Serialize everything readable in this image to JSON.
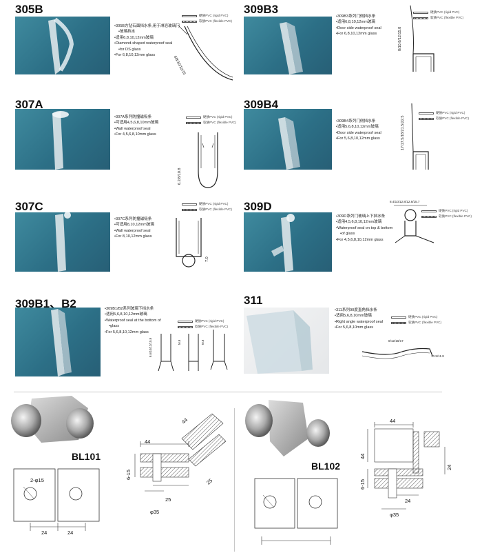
{
  "profiles": [
    {
      "code": "305B",
      "bullets": [
        "305B方钻石面挡水条,用于淋浴玻璃门",
        "玻璃挡水",
        "适用6,8,10,12mm玻璃",
        "Diamond-shaped waterproof seal",
        "for DS glass",
        "For 6,8,10,12mm glass"
      ],
      "dims": [
        "6/8/10/12/15"
      ]
    },
    {
      "code": "309B3",
      "bullets": [
        "309B3系列门侧挡水条",
        "适用6,8,10,12mm玻璃",
        "Door side waterproof seal",
        "For 6,8,10,12mm glass"
      ],
      "dims": [
        "8/10.8/12/15.8"
      ]
    },
    {
      "code": "307A",
      "bullets": [
        "307A系列防撞磁吸条",
        "可适用4,5,6,8,10mm玻璃",
        "Wall waterproof seal",
        "For 4,5,6,8,10mm glass"
      ],
      "dims": [
        "6.2/8/10.8"
      ]
    },
    {
      "code": "309B4",
      "bullets": [
        "309B4系列门侧挡水条",
        "适用5,6,8,10,12mm玻璃",
        "Door side waterproof seal",
        "For 5,6,8,10,12mm glass"
      ],
      "dims": [
        "17/17.5/18/21.5/22.5"
      ]
    },
    {
      "code": "307C",
      "bullets": [
        "307C系列防撞磁吸条",
        "可适用8,10,12mm玻璃",
        "Wall waterproof seal",
        "For 8,10,12mm glass"
      ],
      "dims": [
        "7.0"
      ]
    },
    {
      "code": "309D",
      "bullets": [
        "309D系列门玻璃上下挡水条",
        "适用4,5,6,8,10,12mm玻璃",
        "Waterproof seal on top & bottom",
        "of glass",
        "For 4,5,6,8,10,12mm glass"
      ],
      "dims": [
        "8.4/10/12.8/12.8/15.7"
      ]
    },
    {
      "code": "309B1、B2",
      "bullets": [
        "309B1/B2系列玻璃下挡水条",
        "适用5,6,8,10,12mm玻璃",
        "Waterproof seal at the bottom of",
        "glass",
        "For 5,6,8,10,12mm glass"
      ],
      "dims": [
        "8.6/10/12/15.8",
        "M.8",
        "M.8"
      ]
    },
    {
      "code": "311",
      "bullets": [
        "311系列90度直角挡水条",
        "适用5,6,8,10mm玻璃",
        "Right angle waterproof seal",
        "For 5,6,8,10mm glass"
      ],
      "dims": [
        "8/12/16/17",
        "10.5/11.8"
      ]
    }
  ],
  "legend": {
    "rigid": "硬质PVC (rigid PVC)",
    "flexible": "软质PVC (flexible PVC)"
  },
  "fittings": [
    {
      "code": "BL101",
      "dims": {
        "hole": "2-φ15",
        "w1": "24",
        "w2": "24",
        "top": "44",
        "side": "44",
        "depth": "6-15",
        "inner": "25",
        "outer": "25",
        "dia": "φ35"
      }
    },
    {
      "code": "BL102",
      "dims": {
        "top": "44",
        "side": "44",
        "right": "24",
        "depth": "6-15",
        "inner": "24",
        "dia": "φ35"
      }
    }
  ],
  "colors": {
    "photo_bg": "#2c6f86",
    "profile": "#e8eef2"
  }
}
